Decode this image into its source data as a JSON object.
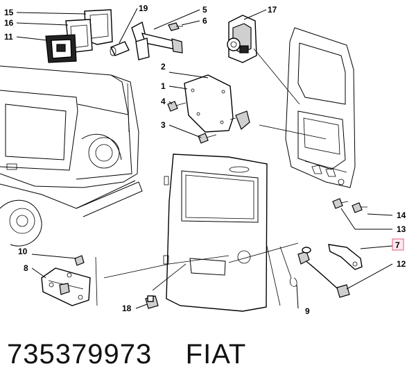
{
  "footer": {
    "part_code": "735379973",
    "brand": "FIAT"
  },
  "callouts": [
    {
      "id": "c1",
      "label": "1"
    },
    {
      "id": "c2",
      "label": "2"
    },
    {
      "id": "c3",
      "label": "3"
    },
    {
      "id": "c4",
      "label": "4"
    },
    {
      "id": "c5",
      "label": "5"
    },
    {
      "id": "c6",
      "label": "6"
    },
    {
      "id": "c7",
      "label": "7",
      "highlighted": true
    },
    {
      "id": "c8",
      "label": "8"
    },
    {
      "id": "c9",
      "label": "9"
    },
    {
      "id": "c10",
      "label": "10"
    },
    {
      "id": "c11",
      "label": "11"
    },
    {
      "id": "c12",
      "label": "12"
    },
    {
      "id": "c13",
      "label": "13"
    },
    {
      "id": "c14",
      "label": "14"
    },
    {
      "id": "c15",
      "label": "15"
    },
    {
      "id": "c16",
      "label": "16"
    },
    {
      "id": "c17",
      "label": "17"
    },
    {
      "id": "c18",
      "label": "18"
    },
    {
      "id": "c19",
      "label": "19"
    }
  ],
  "colors": {
    "line": "#000000",
    "highlight_fill": "#ffe9ee",
    "highlight_border": "#e05c78"
  }
}
